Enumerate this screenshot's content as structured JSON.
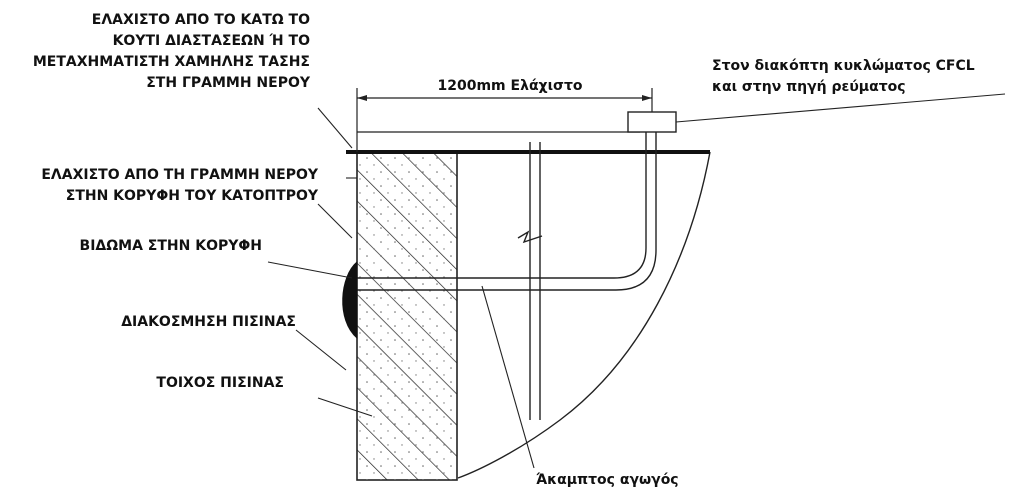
{
  "labels": {
    "min_box_line1": "ΕΛΑΧΙΣΤΟ ΑΠΟ ΤΟ ΚΑΤΩ ΤΟ",
    "min_box_line2": "ΚΟΥΤΙ ΔΙΑΣΤΑΣΕΩΝ Ή ΤΟ",
    "min_box_line3": "ΜΕΤΑΧΗΜΑΤΙΣΤΗ ΧΑΜΗΛΗΣ ΤΑΣΗΣ",
    "min_box_line4": "ΣΤΗ ΓΡΑΜΜΗ ΝΕΡΟΥ",
    "dimension": "1200mm Ελάχιστο",
    "cfcl_line1": "Στον διακόπτη κυκλώματος CFCL",
    "cfcl_line2": "και στην πηγή ρεύματος",
    "min_water_line1": "ΕΛΑΧΙΣΤΟ ΑΠΟ ΤΗ ΓΡΑΜΜΗ ΝΕΡΟΥ",
    "min_water_line2": "ΣΤΗΝ ΚΟΡΥΦΗ ΤΟΥ ΚΑΤΟΠΤΡΟΥ",
    "thread_top": "ΒΙΔΩΜΑ ΣΤΗΝ ΚΟΡΥΦΗ",
    "pool_trim": "ΔΙΑΚΟΣΜΗΣΗ ΠΙΣΙΝΑΣ",
    "pool_wall": "ΤΟΙΧΟΣ ΠΙΣΙΝΑΣ",
    "rigid_conduit": "Άκαμπτος αγωγός"
  }
}
